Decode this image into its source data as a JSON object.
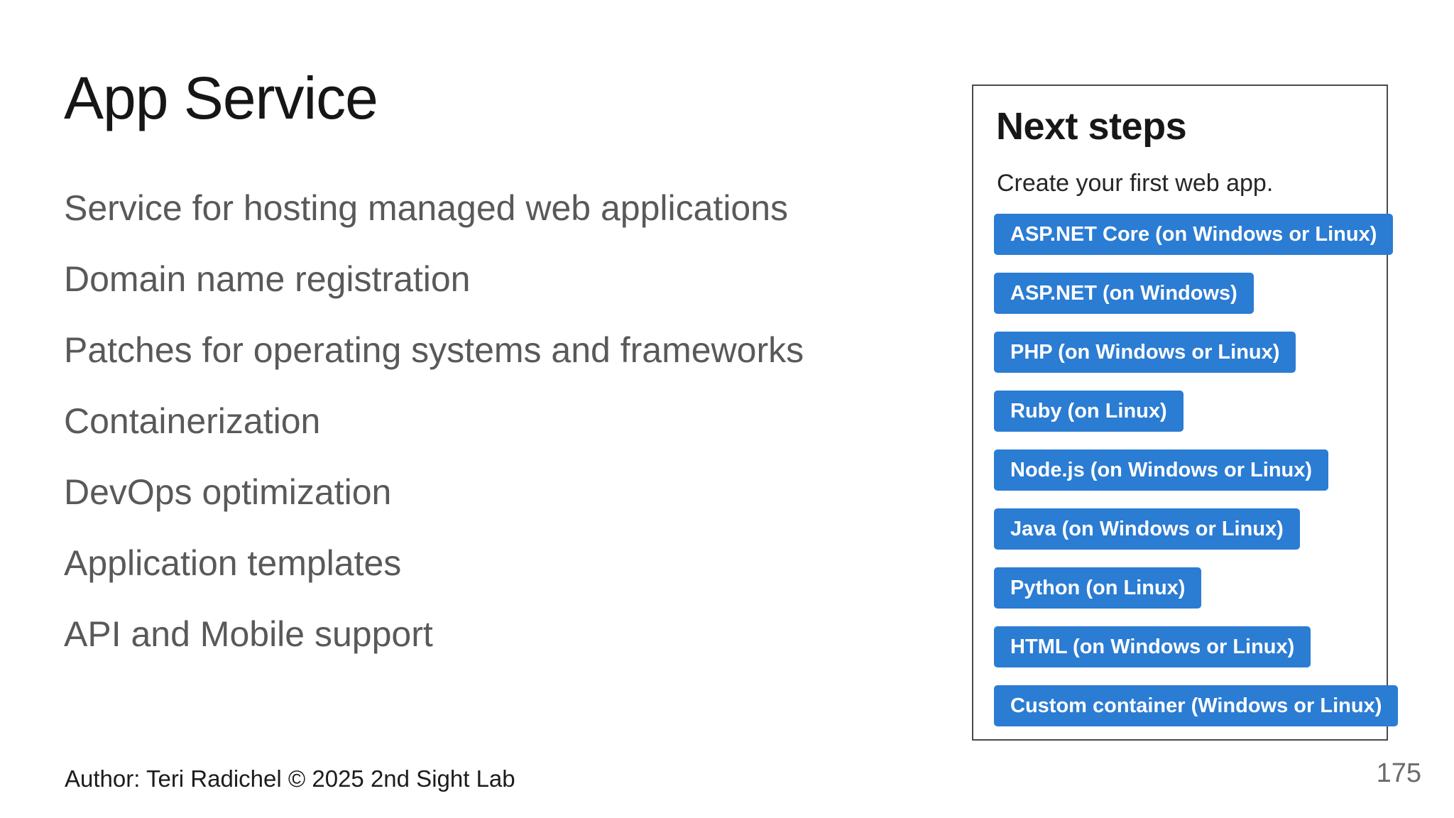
{
  "slide": {
    "title": "App Service",
    "bullets": [
      "Service for hosting managed web applications",
      "Domain name registration",
      "Patches for operating systems and frameworks",
      "Containerization",
      "DevOps optimization",
      "Application templates",
      "API and Mobile support"
    ],
    "footer": "Author: Teri Radichel © 2025 2nd Sight Lab",
    "page_number": "175"
  },
  "next_steps_panel": {
    "title": "Next steps",
    "subtitle": "Create your first web app.",
    "buttons": [
      "ASP.NET Core (on Windows or Linux)",
      "ASP.NET (on Windows)",
      "PHP (on Windows or Linux)",
      "Ruby (on Linux)",
      "Node.js (on Windows or Linux)",
      "Java (on Windows or Linux)",
      "Python (on Linux)",
      "HTML (on Windows or Linux)",
      "Custom container (Windows or Linux)"
    ],
    "colors": {
      "button_background": "#2b7cd3",
      "button_text": "#ffffff",
      "panel_border": "#4a4a4a",
      "bullet_text": "#595959",
      "title_text": "#161616"
    }
  }
}
